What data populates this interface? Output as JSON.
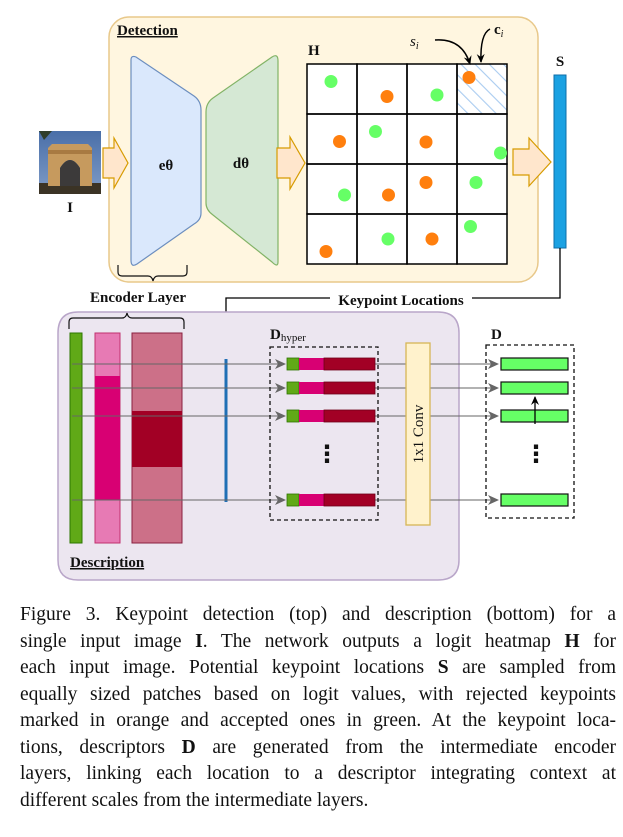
{
  "figure": {
    "detection_panel": {
      "title": "Detection",
      "input_image_label": "I",
      "encoder_label": "eθ",
      "decoder_label": "dθ",
      "heatmap_label": "H",
      "sample_label": "s",
      "sample_subscript": "i",
      "cell_label": "c",
      "cell_subscript": "i",
      "scores_label": "S"
    },
    "encoder_layer_label": "Encoder Layer",
    "keypoint_locations_label": "Keypoint Locations",
    "description_panel": {
      "title": "Description",
      "dhyper_label": "D",
      "dhyper_subscript": "hyper",
      "conv_label": "1x1 Conv",
      "output_label": "D",
      "ellipsis": "⋮"
    },
    "heatmap_grid": {
      "rows": 4,
      "cols": 4,
      "highlighted_cell": [
        0,
        3
      ],
      "points": [
        {
          "row": 0,
          "col": 0,
          "fx": 0.48,
          "fy": 0.35,
          "status": "accepted"
        },
        {
          "row": 0,
          "col": 1,
          "fx": 0.6,
          "fy": 0.65,
          "status": "rejected"
        },
        {
          "row": 0,
          "col": 2,
          "fx": 0.6,
          "fy": 0.62,
          "status": "accepted"
        },
        {
          "row": 0,
          "col": 3,
          "fx": 0.24,
          "fy": 0.27,
          "status": "rejected"
        },
        {
          "row": 1,
          "col": 0,
          "fx": 0.65,
          "fy": 0.55,
          "status": "rejected"
        },
        {
          "row": 1,
          "col": 1,
          "fx": 0.37,
          "fy": 0.35,
          "status": "accepted"
        },
        {
          "row": 1,
          "col": 2,
          "fx": 0.38,
          "fy": 0.56,
          "status": "rejected"
        },
        {
          "row": 1,
          "col": 3,
          "fx": 0.87,
          "fy": 0.78,
          "status": "accepted"
        },
        {
          "row": 2,
          "col": 0,
          "fx": 0.75,
          "fy": 0.62,
          "status": "accepted"
        },
        {
          "row": 2,
          "col": 1,
          "fx": 0.63,
          "fy": 0.62,
          "status": "rejected"
        },
        {
          "row": 2,
          "col": 2,
          "fx": 0.38,
          "fy": 0.37,
          "status": "rejected"
        },
        {
          "row": 2,
          "col": 3,
          "fx": 0.38,
          "fy": 0.37,
          "status": "accepted"
        },
        {
          "row": 3,
          "col": 0,
          "fx": 0.38,
          "fy": 0.75,
          "status": "rejected"
        },
        {
          "row": 3,
          "col": 1,
          "fx": 0.62,
          "fy": 0.5,
          "status": "accepted"
        },
        {
          "row": 3,
          "col": 2,
          "fx": 0.5,
          "fy": 0.5,
          "status": "rejected"
        },
        {
          "row": 3,
          "col": 3,
          "fx": 0.27,
          "fy": 0.25,
          "status": "accepted"
        }
      ]
    },
    "colors": {
      "accepted": "#66ff66",
      "rejected": "#ff7f0e",
      "detection_bg": "#fff6e0",
      "detection_border": "#e8c88a",
      "description_bg": "#ece6f0",
      "description_border": "#b9a6c9",
      "encoder_fill": "#dae8fc",
      "encoder_stroke": "#6c8ebf",
      "decoder_fill": "#d5e8d4",
      "decoder_stroke": "#82b366",
      "arrow_fill": "#ffe6cc",
      "arrow_stroke": "#d79b00",
      "scores_bar": "#1ba1e2",
      "keypoint_line": "#1f6fb5",
      "layer1": "#60a917",
      "layer2_light": "#e77ab4",
      "layer2_dark": "#d80073",
      "layer3_light": "#cc7088",
      "layer3_dark": "#a20025",
      "conv_fill": "#fff2cc",
      "conv_stroke": "#d6b656",
      "output_desc": "#66ff66"
    }
  },
  "caption": {
    "lines": [
      [
        "Figure 3. Keypoint detection (top) and description (bottom) for a",
        ""
      ],
      [
        "single input image ",
        "I",
        ". The network outputs a logit heatmap ",
        "H",
        " for"
      ],
      [
        "each input image. Potential keypoint locations ",
        "S",
        " are sampled from"
      ],
      [
        "equally sized patches based on logit values, with rejected keypoints"
      ],
      [
        "marked in orange and accepted ones in green. At the keypoint loca-"
      ],
      [
        "tions, descriptors ",
        "D",
        " are generated from the intermediate encoder"
      ],
      [
        "layers, linking each location to a descriptor integrating context at"
      ],
      [
        "different scales from the intermediate layers."
      ]
    ],
    "text": "Figure 3. Keypoint detection (top) and description (bottom) for a single input image I. The network outputs a logit heatmap H for each input image. Potential keypoint locations S are sampled from equally sized patches based on logit values, with rejected keypoints marked in orange and accepted ones in green. At the keypoint locations, descriptors D are generated from the intermediate encoder layers, linking each location to a descriptor integrating context at different scales from the intermediate layers."
  }
}
